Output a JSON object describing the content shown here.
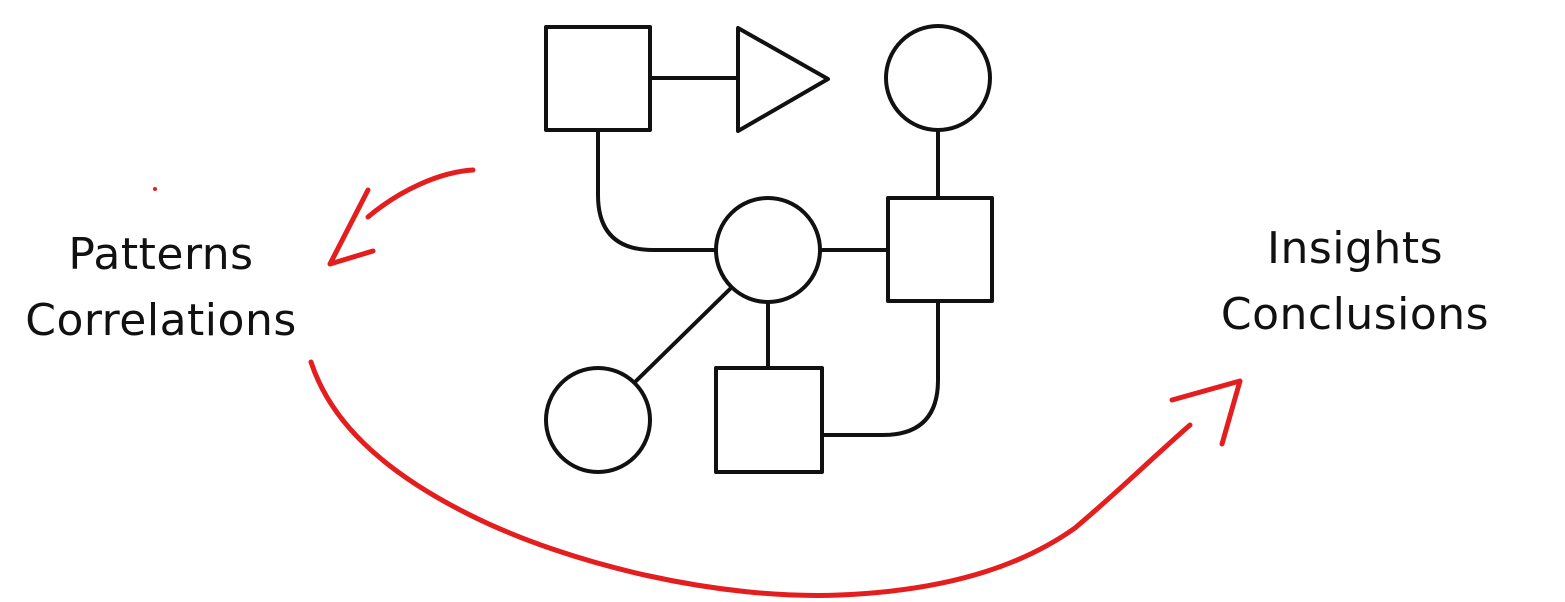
{
  "labels": {
    "left": {
      "line1": "Patterns",
      "line2": "Correlations"
    },
    "right": {
      "line1": "Insights",
      "line2": "Conclusions"
    }
  },
  "colors": {
    "background": "#ffffff",
    "outline": "#111111",
    "annotation": "#e41e1e"
  },
  "diagram_nodes": [
    {
      "shape": "square"
    },
    {
      "shape": "triangle"
    },
    {
      "shape": "circle"
    },
    {
      "shape": "circle"
    },
    {
      "shape": "square"
    },
    {
      "shape": "circle"
    },
    {
      "shape": "square"
    }
  ],
  "annotations": [
    {
      "kind": "arrow",
      "direction": "toward left label"
    },
    {
      "kind": "arrow",
      "direction": "from left label to right label"
    }
  ]
}
